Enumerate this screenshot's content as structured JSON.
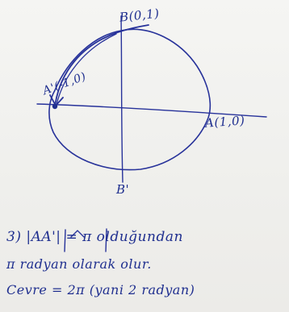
{
  "diagram": {
    "labels": {
      "top_point": "B(0,1)",
      "left_point": "A'(-1,0)",
      "right_point": "A(1,0)",
      "bottom_point": "B'"
    }
  },
  "notes": {
    "line1": "3) |AA'| = π olduğundan",
    "line2": "π radyan olarak olur.",
    "line3": "Cevre = 2π (yani 2 radyan)"
  }
}
